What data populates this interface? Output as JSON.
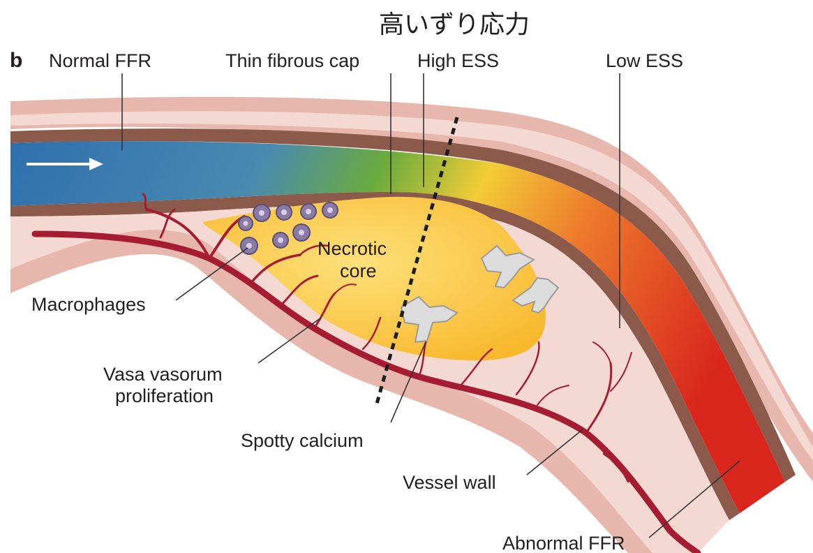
{
  "annotation": "高いずり応力",
  "panel_letter": "b",
  "labels": {
    "normal_ffr": "Normal FFR",
    "thin_fibrous_cap": "Thin fibrous cap",
    "high_ess": "High ESS",
    "low_ess": "Low ESS",
    "necrotic_core_line1": "Necrotic",
    "necrotic_core_line2": "core",
    "macrophages": "Macrophages",
    "vasa_vasorum_line1": "Vasa vasorum",
    "vasa_vasorum_line2": "proliferation",
    "spotty_calcium": "Spotty calcium",
    "vessel_wall": "Vessel wall",
    "abnormal_ffr": "Abnormal FFR"
  },
  "colors": {
    "lumen_start": "#2f6fae",
    "lumen_mid": "#6aab3c",
    "lumen_yellow": "#f2cc36",
    "lumen_orange": "#ec7a2c",
    "lumen_end": "#d9271e",
    "vessel_wall": "#f4d9d2",
    "adventitia": "#e7b7ae",
    "media": "#8c5a4a",
    "necrotic_core": "#fbc740",
    "vasa_vasorum": "#a61c32",
    "macrophage": "#8a7aa6",
    "calcium": "#dcdcdc"
  }
}
